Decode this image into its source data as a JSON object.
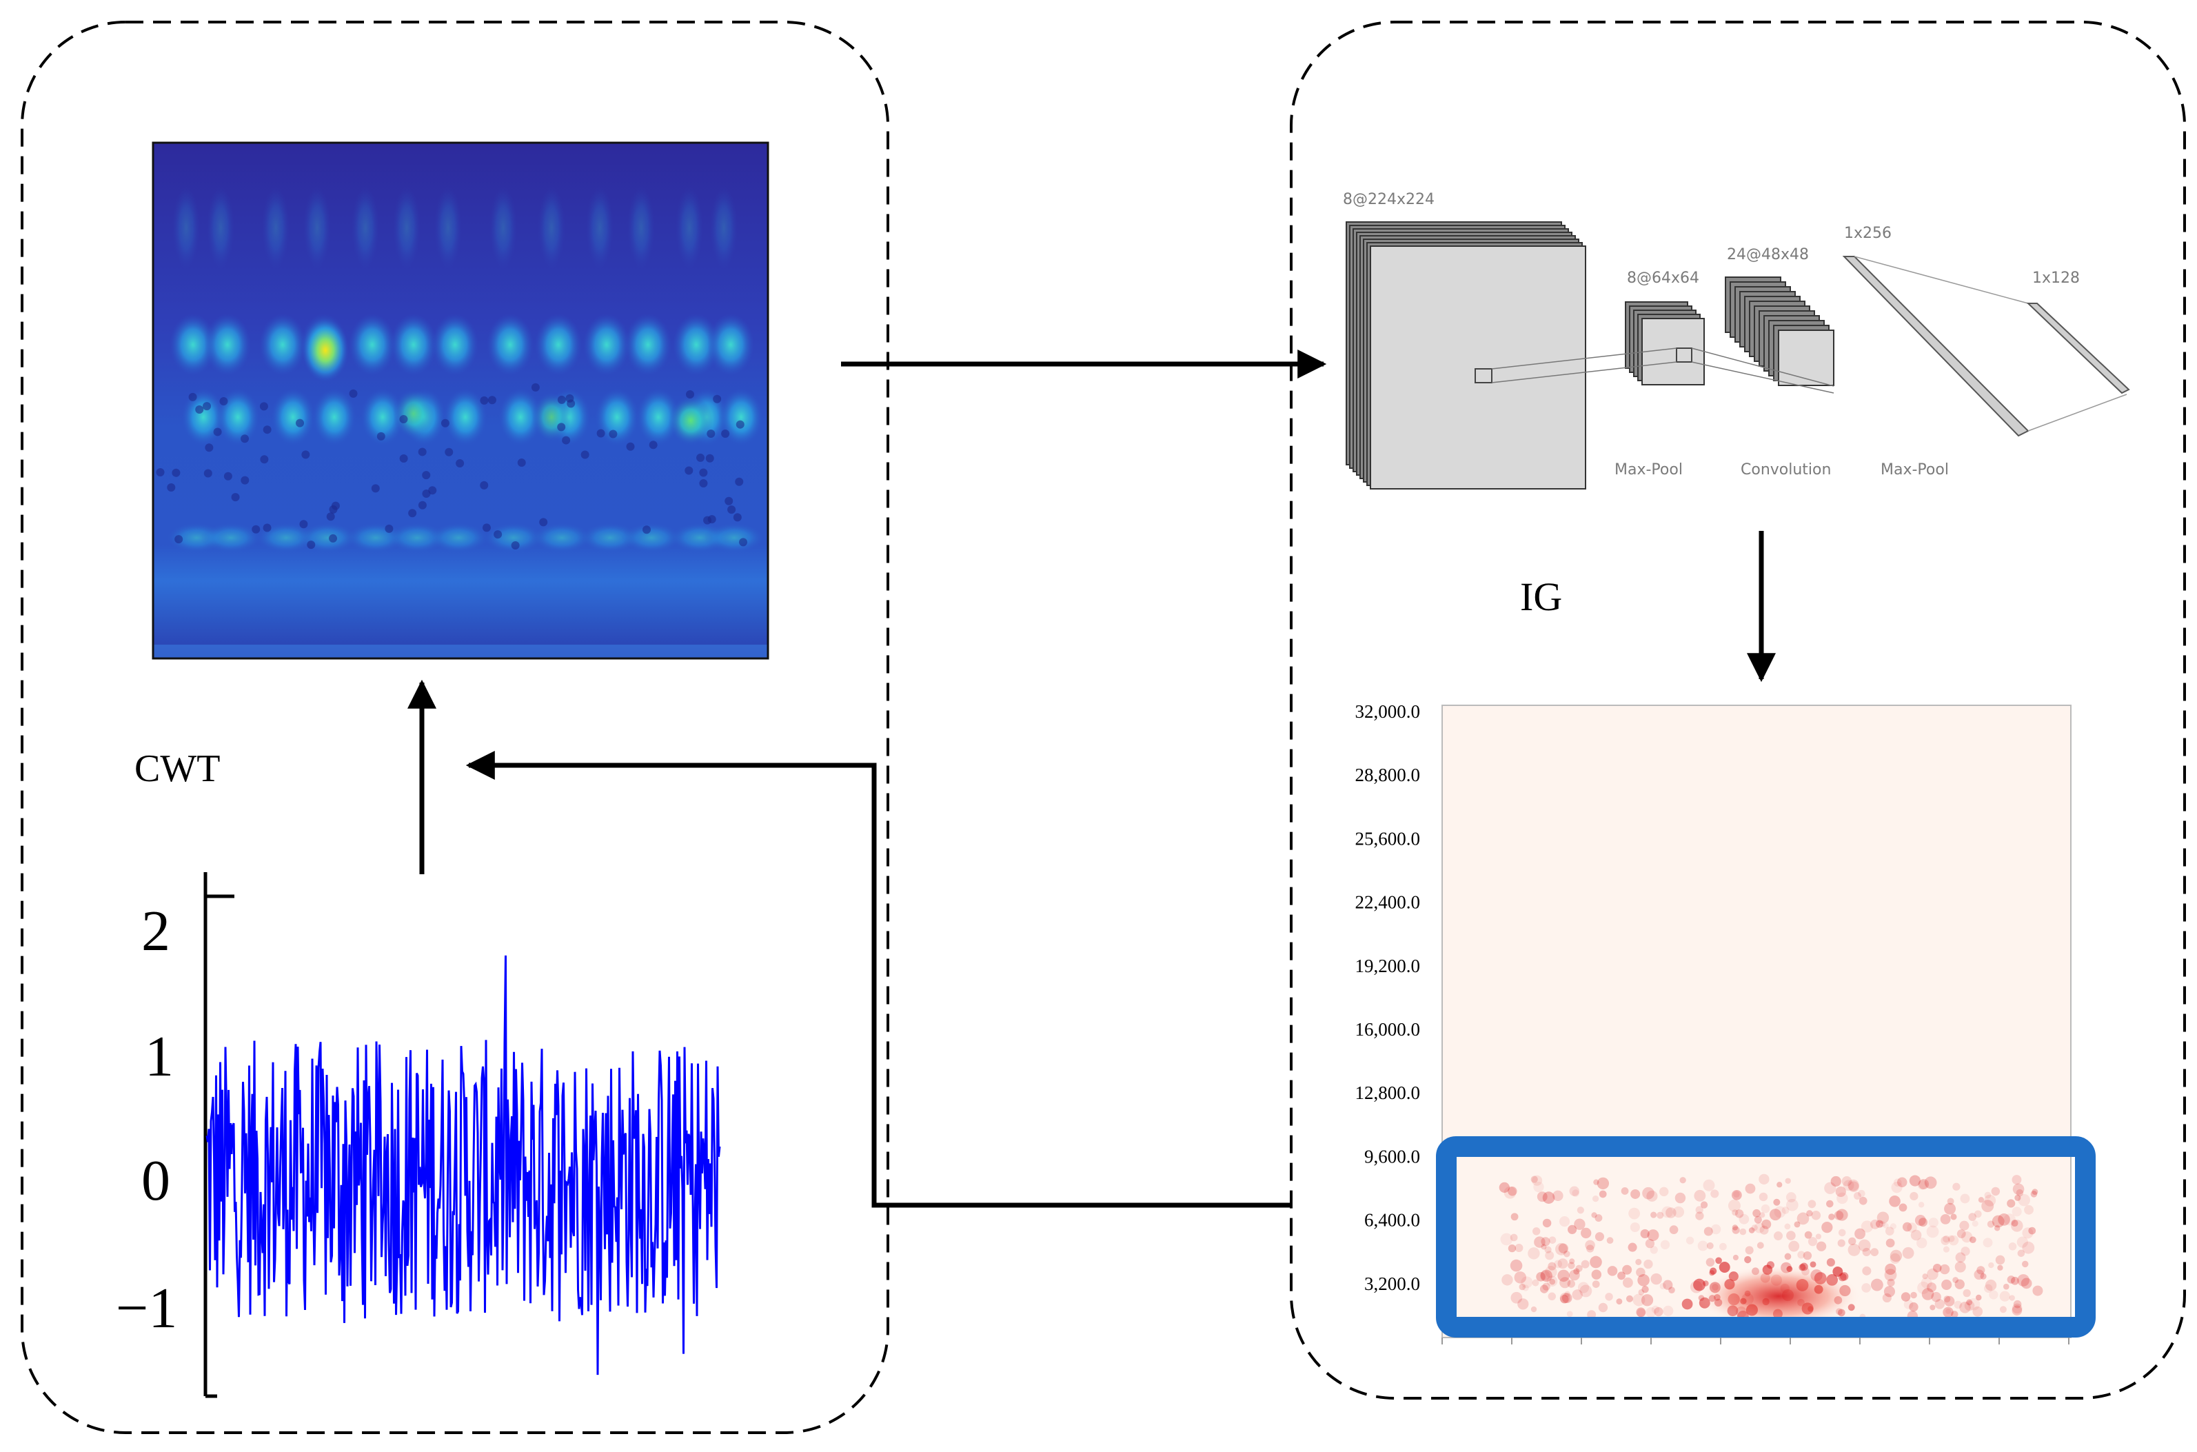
{
  "labels": {
    "cwt": "CWT",
    "ig": "IG"
  },
  "cnn": {
    "layer1": "8@224x224",
    "layer2": "8@64x64",
    "layer3": "24@48x48",
    "layer4": "1x256",
    "layer5": "1x128",
    "op1": "Max-Pool",
    "op2": "Convolution",
    "op3": "Max-Pool"
  },
  "signal_axis": {
    "ticks": [
      "2",
      "1",
      "0",
      "−1"
    ]
  },
  "ig_axis": {
    "ticks": [
      "32,000.0",
      "28,800.0",
      "25,600.0",
      "22,400.0",
      "19,200.0",
      "16,000.0",
      "12,800.0",
      "9,600.0",
      "6,400.0",
      "3,200.0"
    ]
  },
  "colors": {
    "box_border": "#000000",
    "signal": "#0000ff",
    "highlight": "#1f6fc7",
    "heatmap_bg": "#fef4ee",
    "heatmap_hot": "#d7191c",
    "scalogram_bg": "#2a2ea8"
  }
}
